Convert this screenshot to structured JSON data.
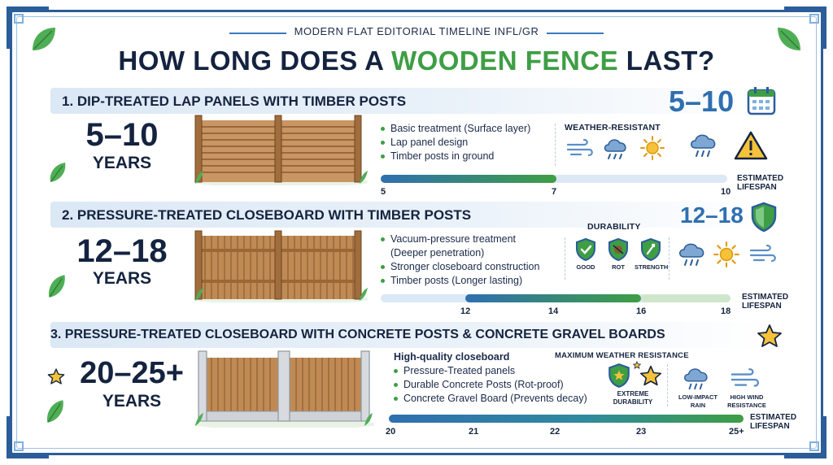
{
  "header": {
    "subtitle": "MODERN FLAT EDITORIAL TIMELINE INFL/GR",
    "title_part1": "HOW LONG DOES A ",
    "title_highlight": "WOODEN FENCE",
    "title_part2": " LAST?"
  },
  "colors": {
    "navy": "#14233f",
    "accent_blue": "#2f6fb0",
    "accent_green": "#3e9e45",
    "wood": "#b9834f"
  },
  "sections": [
    {
      "title": "1.  DIP-TREATED LAP PANELS WITH TIMBER POSTS",
      "range": "5–10",
      "range_icon": "calendar-icon",
      "years_num": "5–10",
      "years_word": "YEARS",
      "bullets": [
        "Basic treatment (Surface layer)",
        "Lap panel design",
        "Timber posts in ground"
      ],
      "feature_heading": "WEATHER-RESISTANT",
      "icons": [
        "wind-icon",
        "rain-cloud-icon",
        "sun-icon",
        "rain-cloud-icon",
        "warning-icon"
      ],
      "ticks": [
        "5",
        "7",
        "10"
      ],
      "lifespan_label": [
        "ESTIMATED",
        "LIFESPAN"
      ]
    },
    {
      "title": "2.  PRESSURE-TREATED CLOSEBOARD WITH TIMBER POSTS",
      "range": "12–18",
      "range_icon": "shield-icon",
      "years_num": "12–18",
      "years_word": "YEARS",
      "bullets": [
        "Vacuum-pressure treatment",
        "(Deeper penetration)",
        "Stronger closeboard construction",
        "Timber posts (Longer lasting)"
      ],
      "feature_heading": "DURABILITY",
      "shield_labels": [
        "GOOD",
        "ROT",
        "STRENGTH"
      ],
      "icons": [
        "good-shield-icon",
        "rot-shield-icon",
        "strength-shield-icon",
        "rain-cloud-icon",
        "sun-icon",
        "wind-icon"
      ],
      "ticks": [
        "12",
        "14",
        "16",
        "18"
      ],
      "lifespan_label": [
        "ESTIMATED",
        "LIFESPAN"
      ]
    },
    {
      "title": "3. PRESSURE-TREATED CLOSEBOARD WITH CONCRETE POSTS & CONCRETE GRAVEL BOARDS",
      "range_icon": "star-icon",
      "years_num": "20–25+",
      "years_word": "YEARS",
      "bullets_lead": "High-quality closeboard",
      "bullets": [
        "Pressure-Treated panels",
        "Durable Concrete Posts (Rot-proof)",
        "Concrete Gravel Board (Prevents decay)"
      ],
      "feature_heading": "MAXIMUM WEATHER RESISTANCE",
      "feature_labels": [
        "EXTREME",
        "DURABILITY",
        "LOW-IMPACT",
        "RAIN",
        "HIGH WIND",
        "RESISTANCE"
      ],
      "icons": [
        "shield-star-icon",
        "star-icon",
        "rain-cloud-icon",
        "wind-icon"
      ],
      "ticks": [
        "20",
        "21",
        "22",
        "23",
        "25+"
      ],
      "lifespan_label": [
        "ESTIMATED",
        "LIFESPAN"
      ]
    }
  ]
}
